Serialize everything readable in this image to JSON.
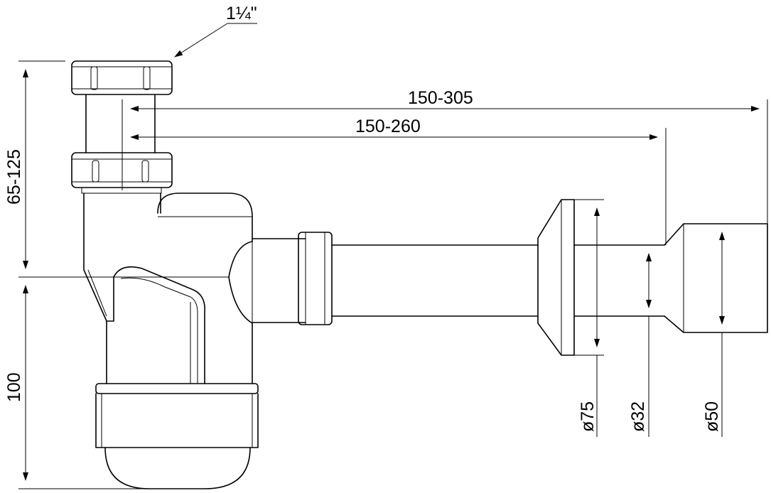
{
  "drawing": {
    "thread_size": "1¼\"",
    "total_length": "150-305",
    "pipe_length": "150-260",
    "inlet_height": "65-125",
    "trap_depth": "100",
    "rosette_diameter": "ø75",
    "pipe_diameter": "ø32",
    "outlet_diameter": "ø50"
  }
}
